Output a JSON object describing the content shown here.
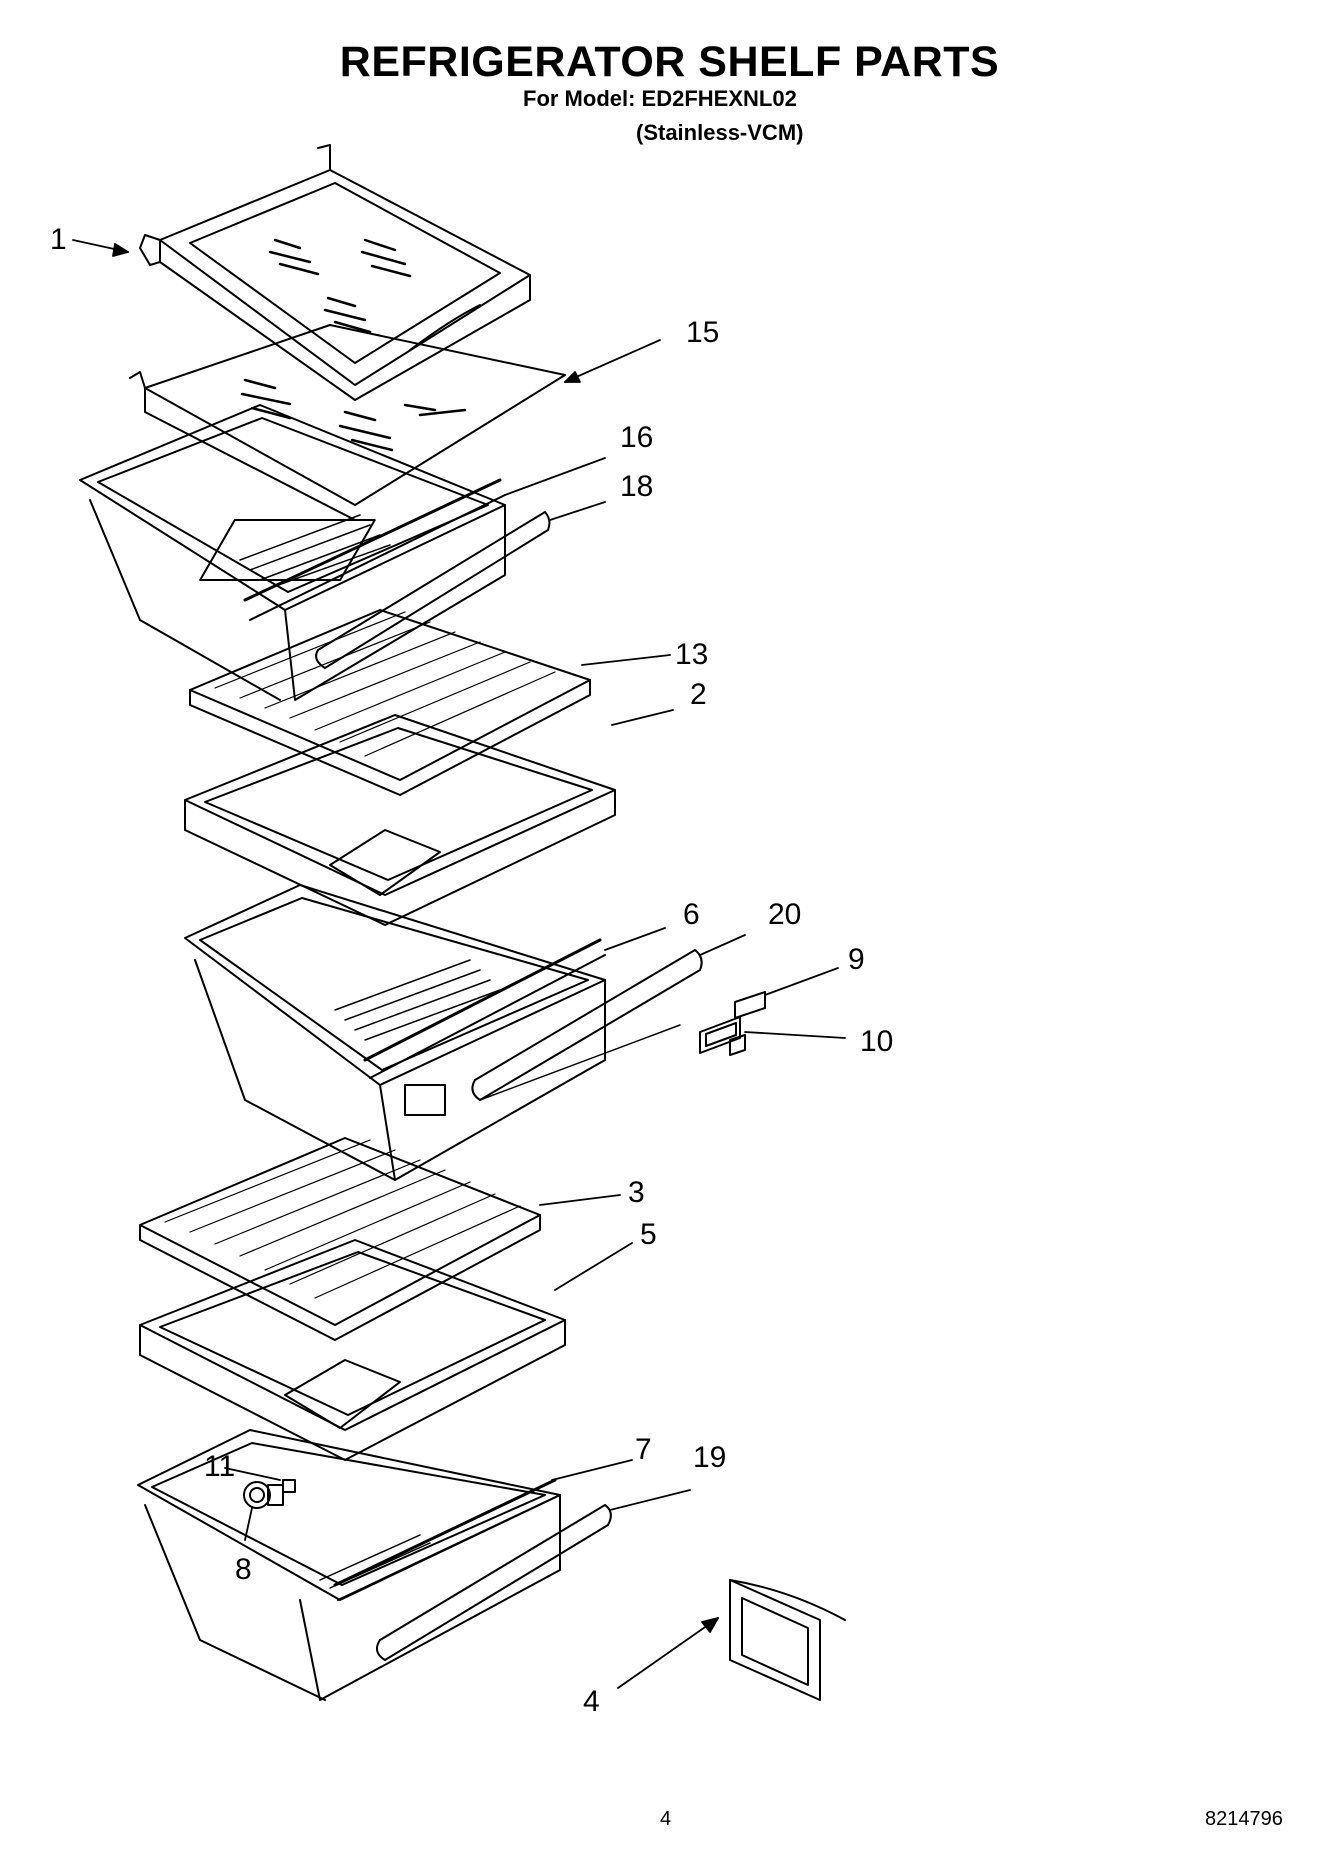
{
  "header": {
    "title": "REFRIGERATOR SHELF PARTS",
    "model_line": "For Model: ED2FHEXNL02",
    "finish_line": "(Stainless-VCM)"
  },
  "callouts": {
    "p1": "1",
    "p15": "15",
    "p16": "16",
    "p18": "18",
    "p13": "13",
    "p2": "2",
    "p6": "6",
    "p20": "20",
    "p9": "9",
    "p10": "10",
    "p3": "3",
    "p5": "5",
    "p7": "7",
    "p19": "19",
    "p11": "11",
    "p8": "8",
    "p4": "4"
  },
  "footer": {
    "page_number": "4",
    "doc_number": "8214796"
  }
}
